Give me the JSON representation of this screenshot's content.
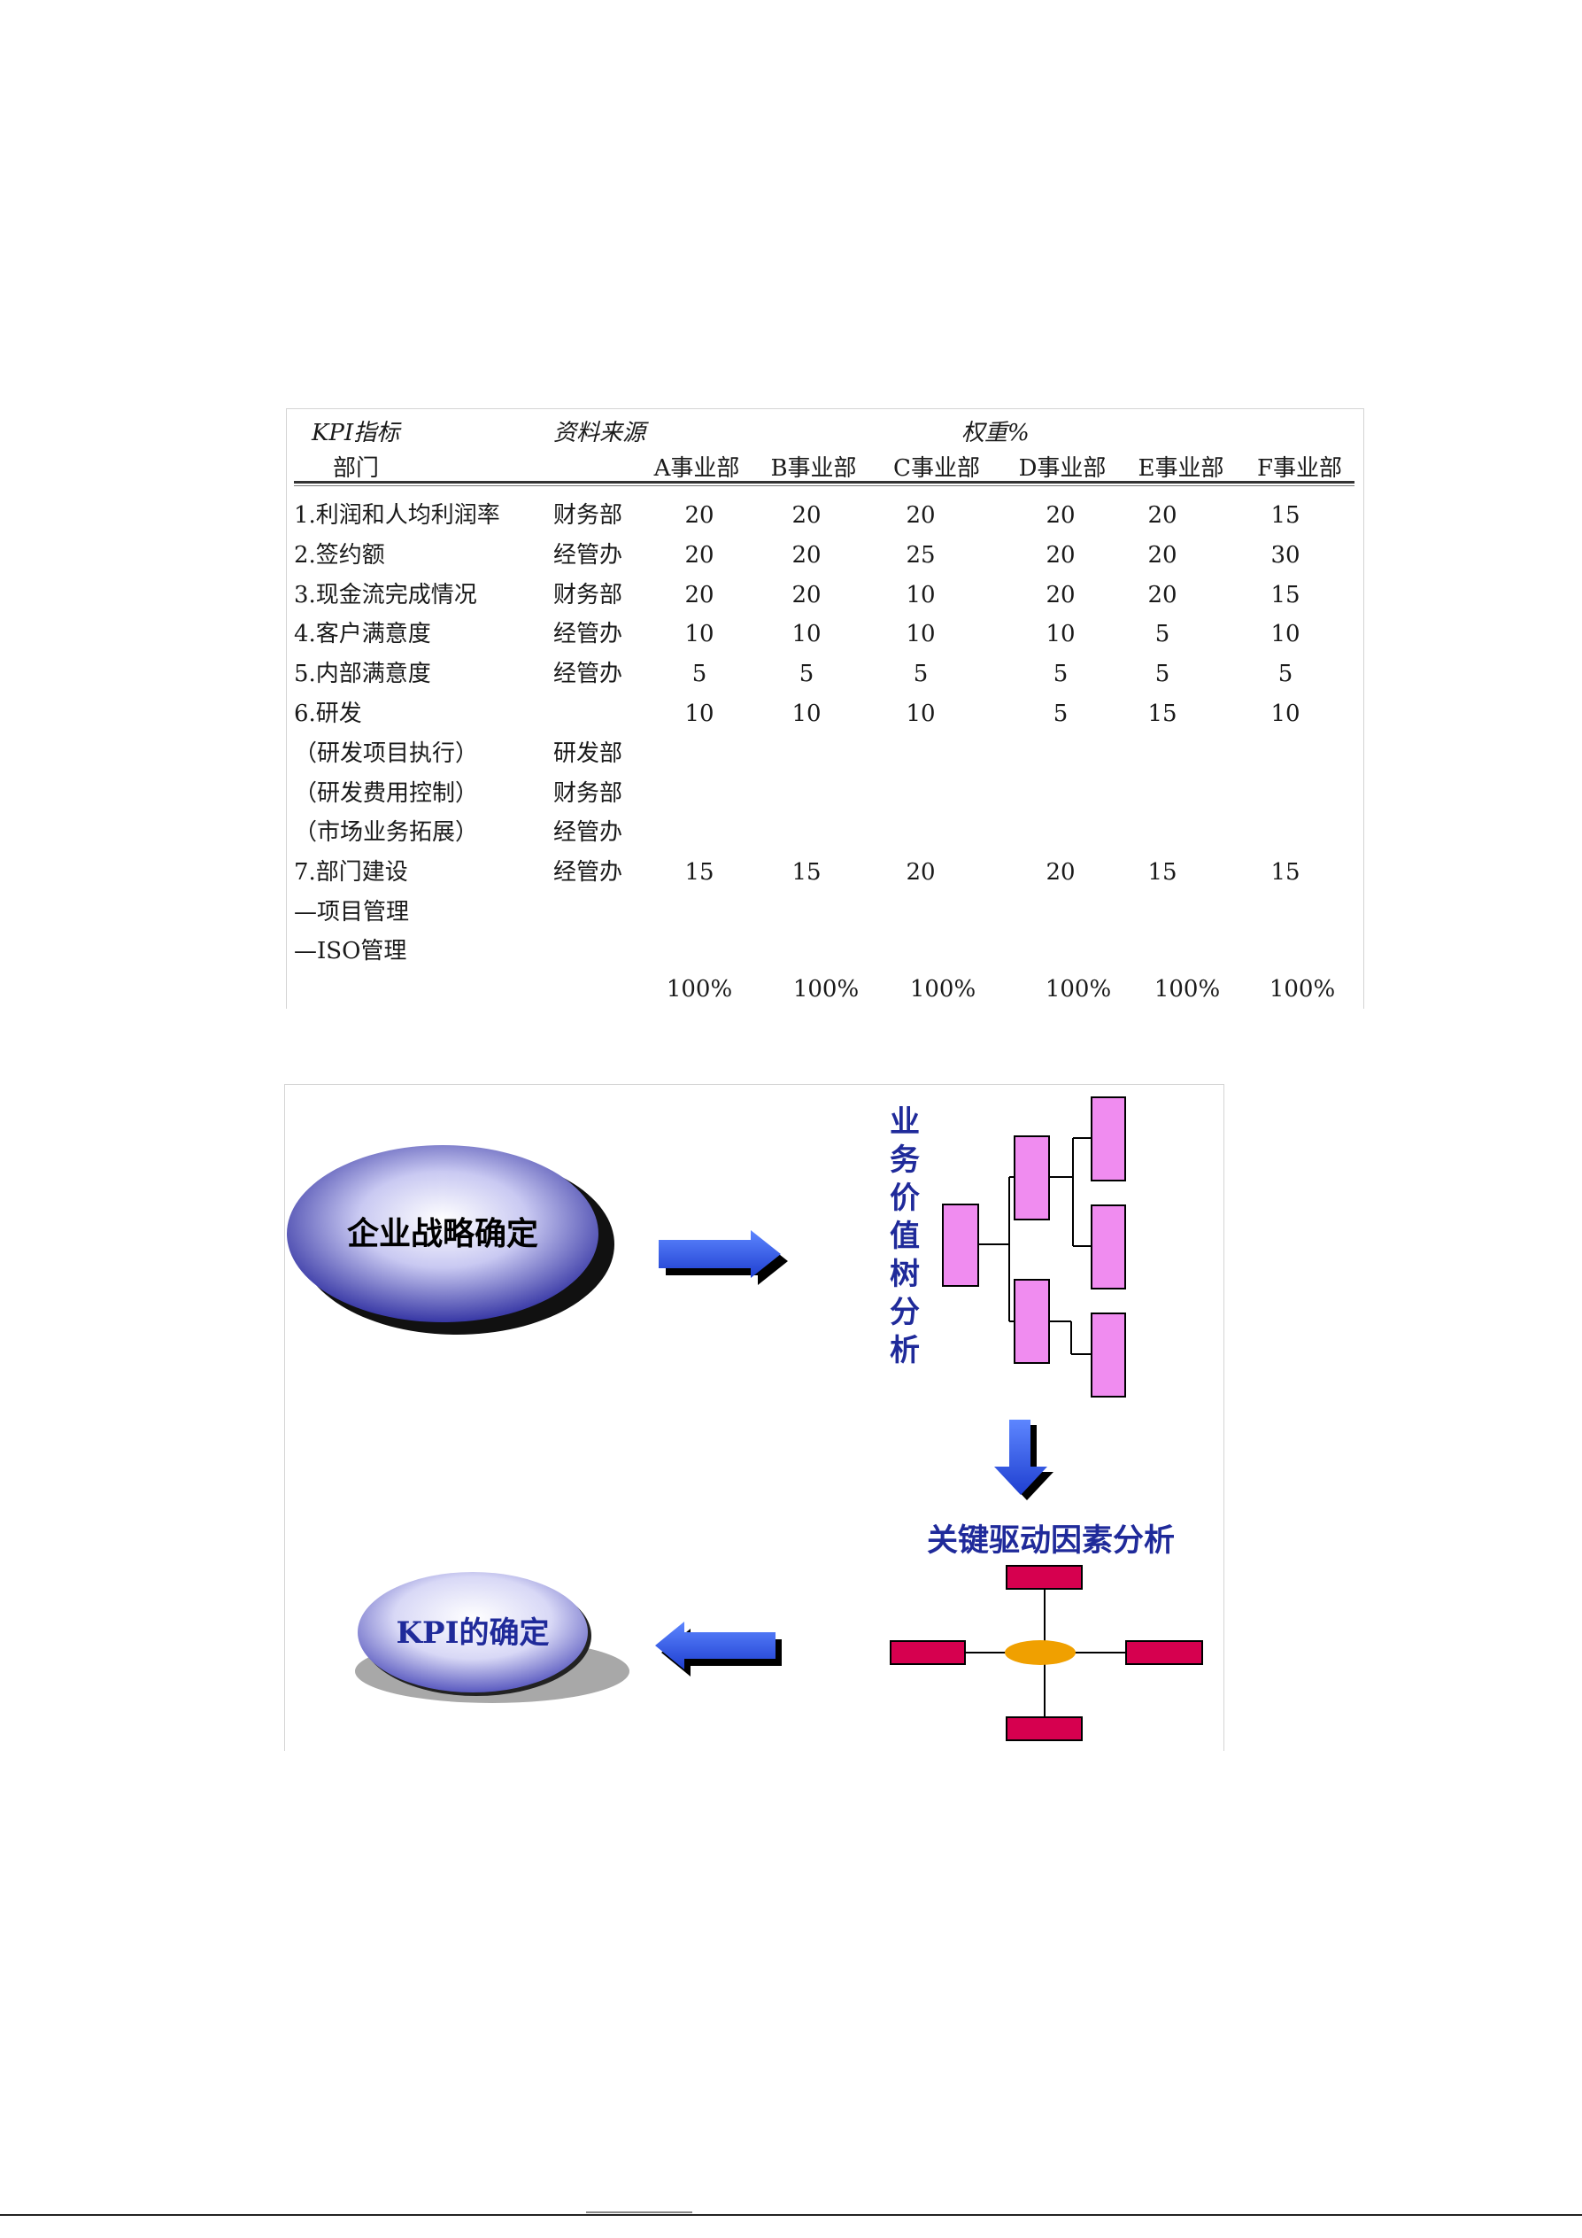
{
  "kpi_table": {
    "header": {
      "kpi": "KPI指标",
      "source": "资料来源",
      "weight": "权重%",
      "dept": "部门",
      "columns": [
        "A事业部",
        "B事业部",
        "C事业部",
        "D事业部",
        "E事业部",
        "F事业部"
      ]
    },
    "rows": [
      {
        "label": "1.利润和人均利润率",
        "source": "财务部",
        "values": [
          "20",
          "20",
          "20",
          "20",
          "20",
          "15"
        ]
      },
      {
        "label": "2.签约额",
        "source": "经管办",
        "values": [
          "20",
          "20",
          "25",
          "20",
          "20",
          "30"
        ]
      },
      {
        "label": "3.现金流完成情况",
        "source": "财务部",
        "values": [
          "20",
          "20",
          "10",
          "20",
          "20",
          "15"
        ]
      },
      {
        "label": "4.客户满意度",
        "source": "经管办",
        "values": [
          "10",
          "10",
          "10",
          "10",
          "5",
          "10"
        ]
      },
      {
        "label": "5.内部满意度",
        "source": "经管办",
        "values": [
          "5",
          "5",
          "5",
          "5",
          "5",
          "5"
        ]
      },
      {
        "label": "6.研发",
        "source": "",
        "values": [
          "10",
          "10",
          "10",
          "5",
          "15",
          "10"
        ]
      },
      {
        "label": "（研发项目执行）",
        "source": "研发部",
        "values": [
          "",
          "",
          "",
          "",
          "",
          ""
        ]
      },
      {
        "label": "（研发费用控制）",
        "source": "财务部",
        "values": [
          "",
          "",
          "",
          "",
          "",
          ""
        ]
      },
      {
        "label": "（市场业务拓展）",
        "source": "经管办",
        "values": [
          "",
          "",
          "",
          "",
          "",
          ""
        ]
      },
      {
        "label": "7.部门建设",
        "source": "经管办",
        "values": [
          "15",
          "15",
          "20",
          "20",
          "15",
          "15"
        ]
      },
      {
        "label": "—项目管理",
        "source": "",
        "values": [
          "",
          "",
          "",
          "",
          "",
          ""
        ]
      },
      {
        "label": "—ISO管理",
        "source": "",
        "values": [
          "",
          "",
          "",
          "",
          "",
          ""
        ]
      }
    ],
    "totals": [
      "100%",
      "100%",
      "100%",
      "100%",
      "100%",
      "100%"
    ]
  },
  "diagram": {
    "strategy_label": "企业战略确定",
    "value_tree_label": "业务价值树分析",
    "value_tree_chars": [
      "业",
      "务",
      "价",
      "值",
      "树",
      "分",
      "析"
    ],
    "key_driver_label": "关键驱动因素分析",
    "kpi_label": "KPI的确定",
    "colors": {
      "ellipse": "#3a3aa8",
      "arrow": "#2f5be8",
      "tree_box": "#f08cf0",
      "driver_box": "#d6004f",
      "driver_center": "#f0a000",
      "label": "#1f2a9a"
    }
  }
}
